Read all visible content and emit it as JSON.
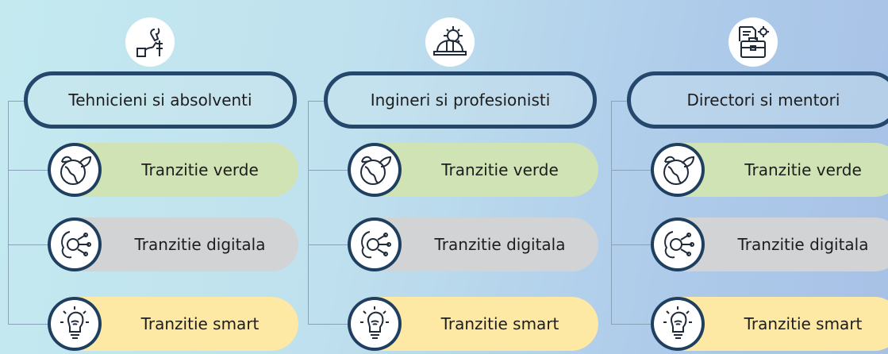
{
  "columns": [
    {
      "title": "Tehnicieni si absolventi",
      "icon": "wrench-hand-icon",
      "items": [
        "Tranzitie verde",
        "Tranzitie digitala",
        "Tranzitie smart"
      ]
    },
    {
      "title": "Ingineri si profesionisti",
      "icon": "engineer-helmet-gear-icon",
      "items": [
        "Tranzitie verde",
        "Tranzitie digitala",
        "Tranzitie smart"
      ]
    },
    {
      "title": "Directori si mentori",
      "icon": "briefcase-document-icon",
      "items": [
        "Tranzitie verde",
        "Tranzitie digitala",
        "Tranzitie smart"
      ]
    }
  ],
  "item_icons": [
    "globe-leaf-icon",
    "digital-circuit-brain-icon",
    "smart-bulb-icon"
  ],
  "colors": {
    "border": "#25476b",
    "green": "#cfe3b4",
    "gray": "#d2d3d5",
    "yellow": "#fde8a4"
  }
}
